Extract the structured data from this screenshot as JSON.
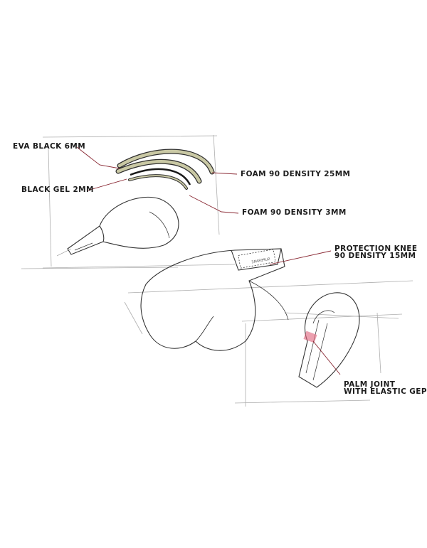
{
  "diagram": {
    "subject": "Boxing glove construction sketch",
    "colors": {
      "background": "#ffffff",
      "pencil": "#3a3a3a",
      "faint_pencil": "#9a9a9a",
      "leader_line": "#8a2a35",
      "foam_fill": "#c9c8a4",
      "palm_joint_highlight": "#e0607a"
    },
    "strap_text": "SUPERARE",
    "labels": [
      {
        "id": "eva-black",
        "text": "EVA BLACK 6MM"
      },
      {
        "id": "black-gel",
        "text": "BLACK GEL 2MM"
      },
      {
        "id": "foam-25",
        "text": "FOAM 90 DENSITY 25MM"
      },
      {
        "id": "foam-3",
        "text": "FOAM 90 DENSITY 3MM"
      },
      {
        "id": "protection-knee-1",
        "text": "PROTECTION KNEE"
      },
      {
        "id": "protection-knee-2",
        "text": "90 DENSITY 15MM"
      },
      {
        "id": "palm-joint-1",
        "text": "PALM JOINT"
      },
      {
        "id": "palm-joint-2",
        "text": "WITH ELASTIC GEPO"
      }
    ]
  }
}
